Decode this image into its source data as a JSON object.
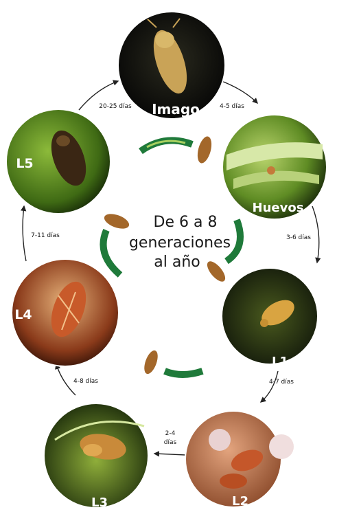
{
  "center": {
    "line1": "De 6 a 8",
    "line2": "generaciones",
    "line3": "al año"
  },
  "stages": [
    {
      "label": "Imago"
    },
    {
      "label": "Huevos"
    },
    {
      "label": "L1"
    },
    {
      "label": "L2"
    },
    {
      "label": "L3"
    },
    {
      "label": "L4"
    },
    {
      "label": "L5"
    }
  ],
  "durations": {
    "imago_to_huevos": "4-5 días",
    "huevos_to_l1": "3-6 días",
    "l1_to_l2": "4-7 días",
    "l2_to_l3_a": "2-4",
    "l2_to_l3_b": "días",
    "l3_to_l4": "4-8 días",
    "l4_to_l5": "7-11 días",
    "l5_to_imago": "20-25 días"
  },
  "colors": {
    "photo_dark": "#0d0d0d",
    "leaf_green": "#6f9a2e",
    "insect_brown": "#a3672a",
    "ribbon_green": "#1f7a3a",
    "ribbon_light": "#a8d060"
  }
}
